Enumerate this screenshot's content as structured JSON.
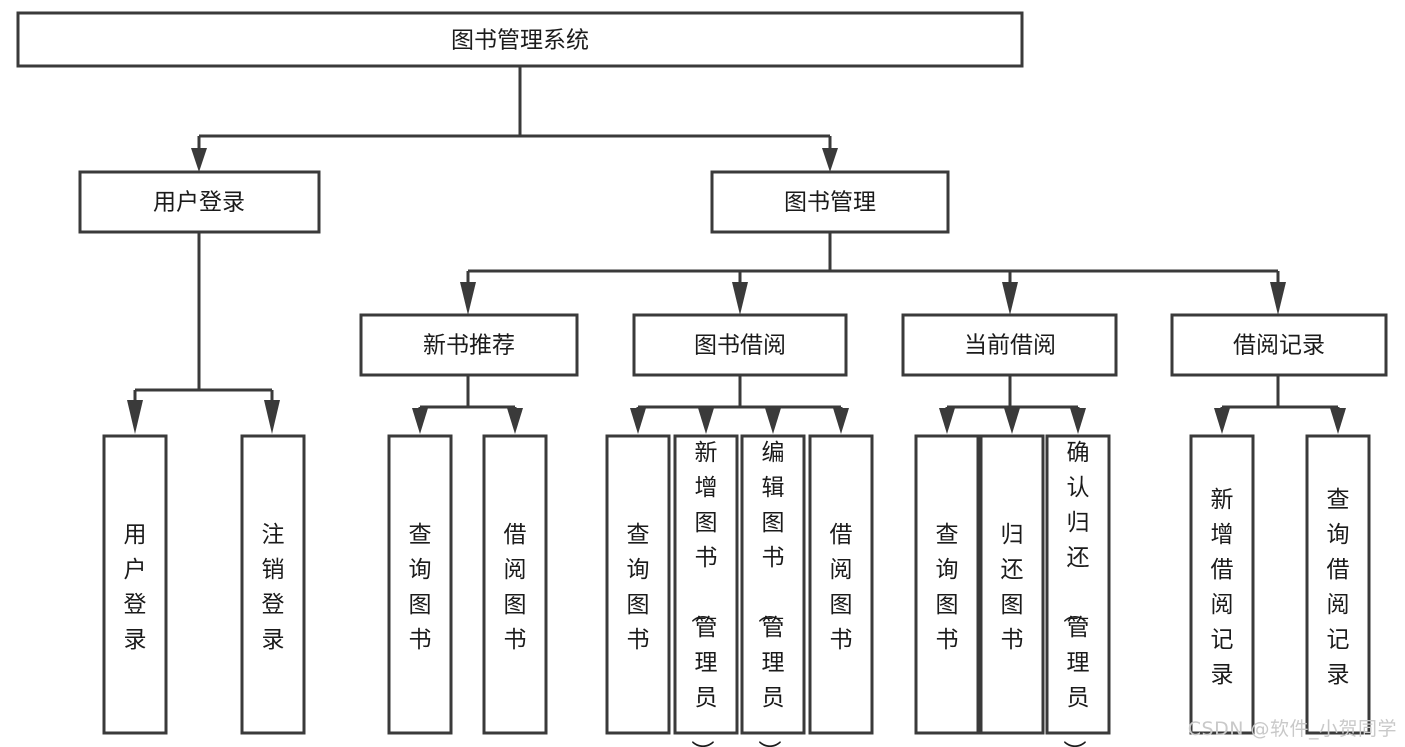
{
  "diagram": {
    "type": "tree-hierarchy-diagram",
    "title": "图书管理系统",
    "orientation": "top-down",
    "colors": {
      "box_stroke": "#3a3a3a",
      "box_fill": "#ffffff",
      "connector": "#3a3a3a",
      "text": "#1b1b1b",
      "watermark": "#c9c9c9",
      "background": "#ffffff"
    }
  },
  "root": {
    "label": "图书管理系统"
  },
  "level2": [
    {
      "id": "user-login",
      "label": "用户登录"
    },
    {
      "id": "book-management",
      "label": "图书管理"
    }
  ],
  "level3": [
    {
      "id": "new-book-recommend",
      "label": "新书推荐"
    },
    {
      "id": "book-borrow",
      "label": "图书借阅"
    },
    {
      "id": "current-borrow",
      "label": "当前借阅"
    },
    {
      "id": "borrow-record",
      "label": "借阅记录"
    }
  ],
  "leaves": {
    "user-login": [
      {
        "id": "leaf-user-login",
        "label": "用户登录"
      },
      {
        "id": "leaf-user-logout",
        "label": "注销登录"
      }
    ],
    "new-book-recommend": [
      {
        "id": "leaf-query-book-1",
        "label": "查询图书"
      },
      {
        "id": "leaf-borrow-book-1",
        "label": "借阅图书"
      }
    ],
    "book-borrow": [
      {
        "id": "leaf-query-book-2",
        "label": "查询图书"
      },
      {
        "id": "leaf-add-book",
        "label": "新增图书（管理员）"
      },
      {
        "id": "leaf-edit-book",
        "label": "编辑图书（管理员）"
      },
      {
        "id": "leaf-borrow-book-2",
        "label": "借阅图书"
      }
    ],
    "current-borrow": [
      {
        "id": "leaf-query-book-3",
        "label": "查询图书"
      },
      {
        "id": "leaf-return-book",
        "label": "归还图书"
      },
      {
        "id": "leaf-confirm-return",
        "label": "确认归还（管理员）"
      }
    ],
    "borrow-record": [
      {
        "id": "leaf-add-record",
        "label": "新增借阅记录"
      },
      {
        "id": "leaf-query-record",
        "label": "查询借阅记录"
      }
    ]
  },
  "watermark": {
    "text": "CSDN @软件_小贺同学"
  }
}
